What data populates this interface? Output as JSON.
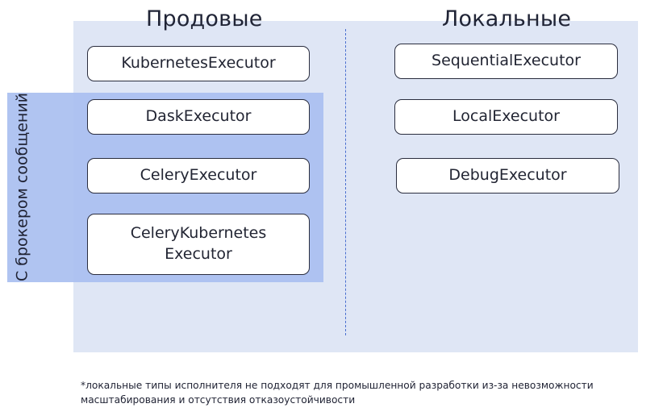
{
  "columns": {
    "prod": {
      "title": "Продовые"
    },
    "local": {
      "title": "Локальные"
    }
  },
  "broker_label": "С брокером сообщений",
  "prod_executors": [
    "KubernetesExecutor",
    "DaskExecutor",
    "CeleryExecutor",
    "CeleryKubernetes Executor"
  ],
  "local_executors": [
    "SequentialExecutor",
    "LocalExecutor",
    "DebugExecutor"
  ],
  "footnote": "*локальные типы исполнителя не подходят для промышленной разработки из-за невозможности масштабирования и отсутствия отказоустойчивости",
  "colors": {
    "panel": "#dfe6f5",
    "broker_band": "#a9bff0",
    "divider": "#4a6fd0",
    "box_border": "#2a2d3e"
  }
}
